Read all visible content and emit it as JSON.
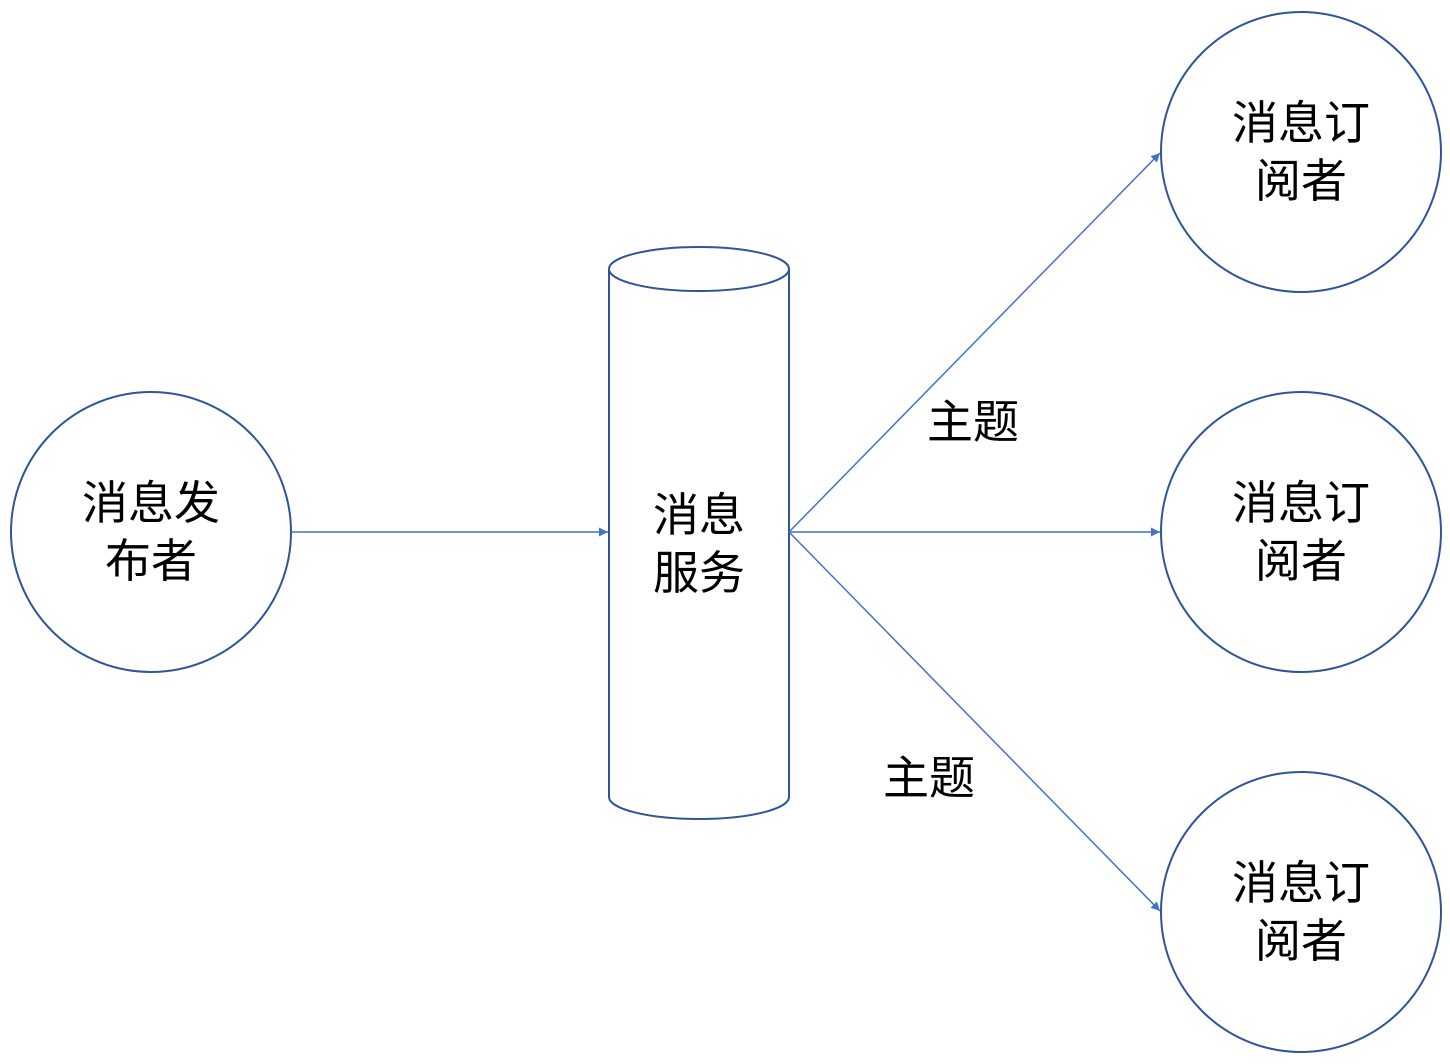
{
  "diagram": {
    "publisher": {
      "line1": "消息发",
      "line2": "布者"
    },
    "service": {
      "line1": "消息",
      "line2": "服务"
    },
    "subscribers": [
      {
        "line1": "消息订",
        "line2": "阅者"
      },
      {
        "line1": "消息订",
        "line2": "阅者"
      },
      {
        "line1": "消息订",
        "line2": "阅者"
      }
    ],
    "edge_labels": [
      "主题",
      "主题"
    ],
    "colors": {
      "shape_stroke": "#2F5597",
      "arrow": "#4472C4"
    }
  }
}
